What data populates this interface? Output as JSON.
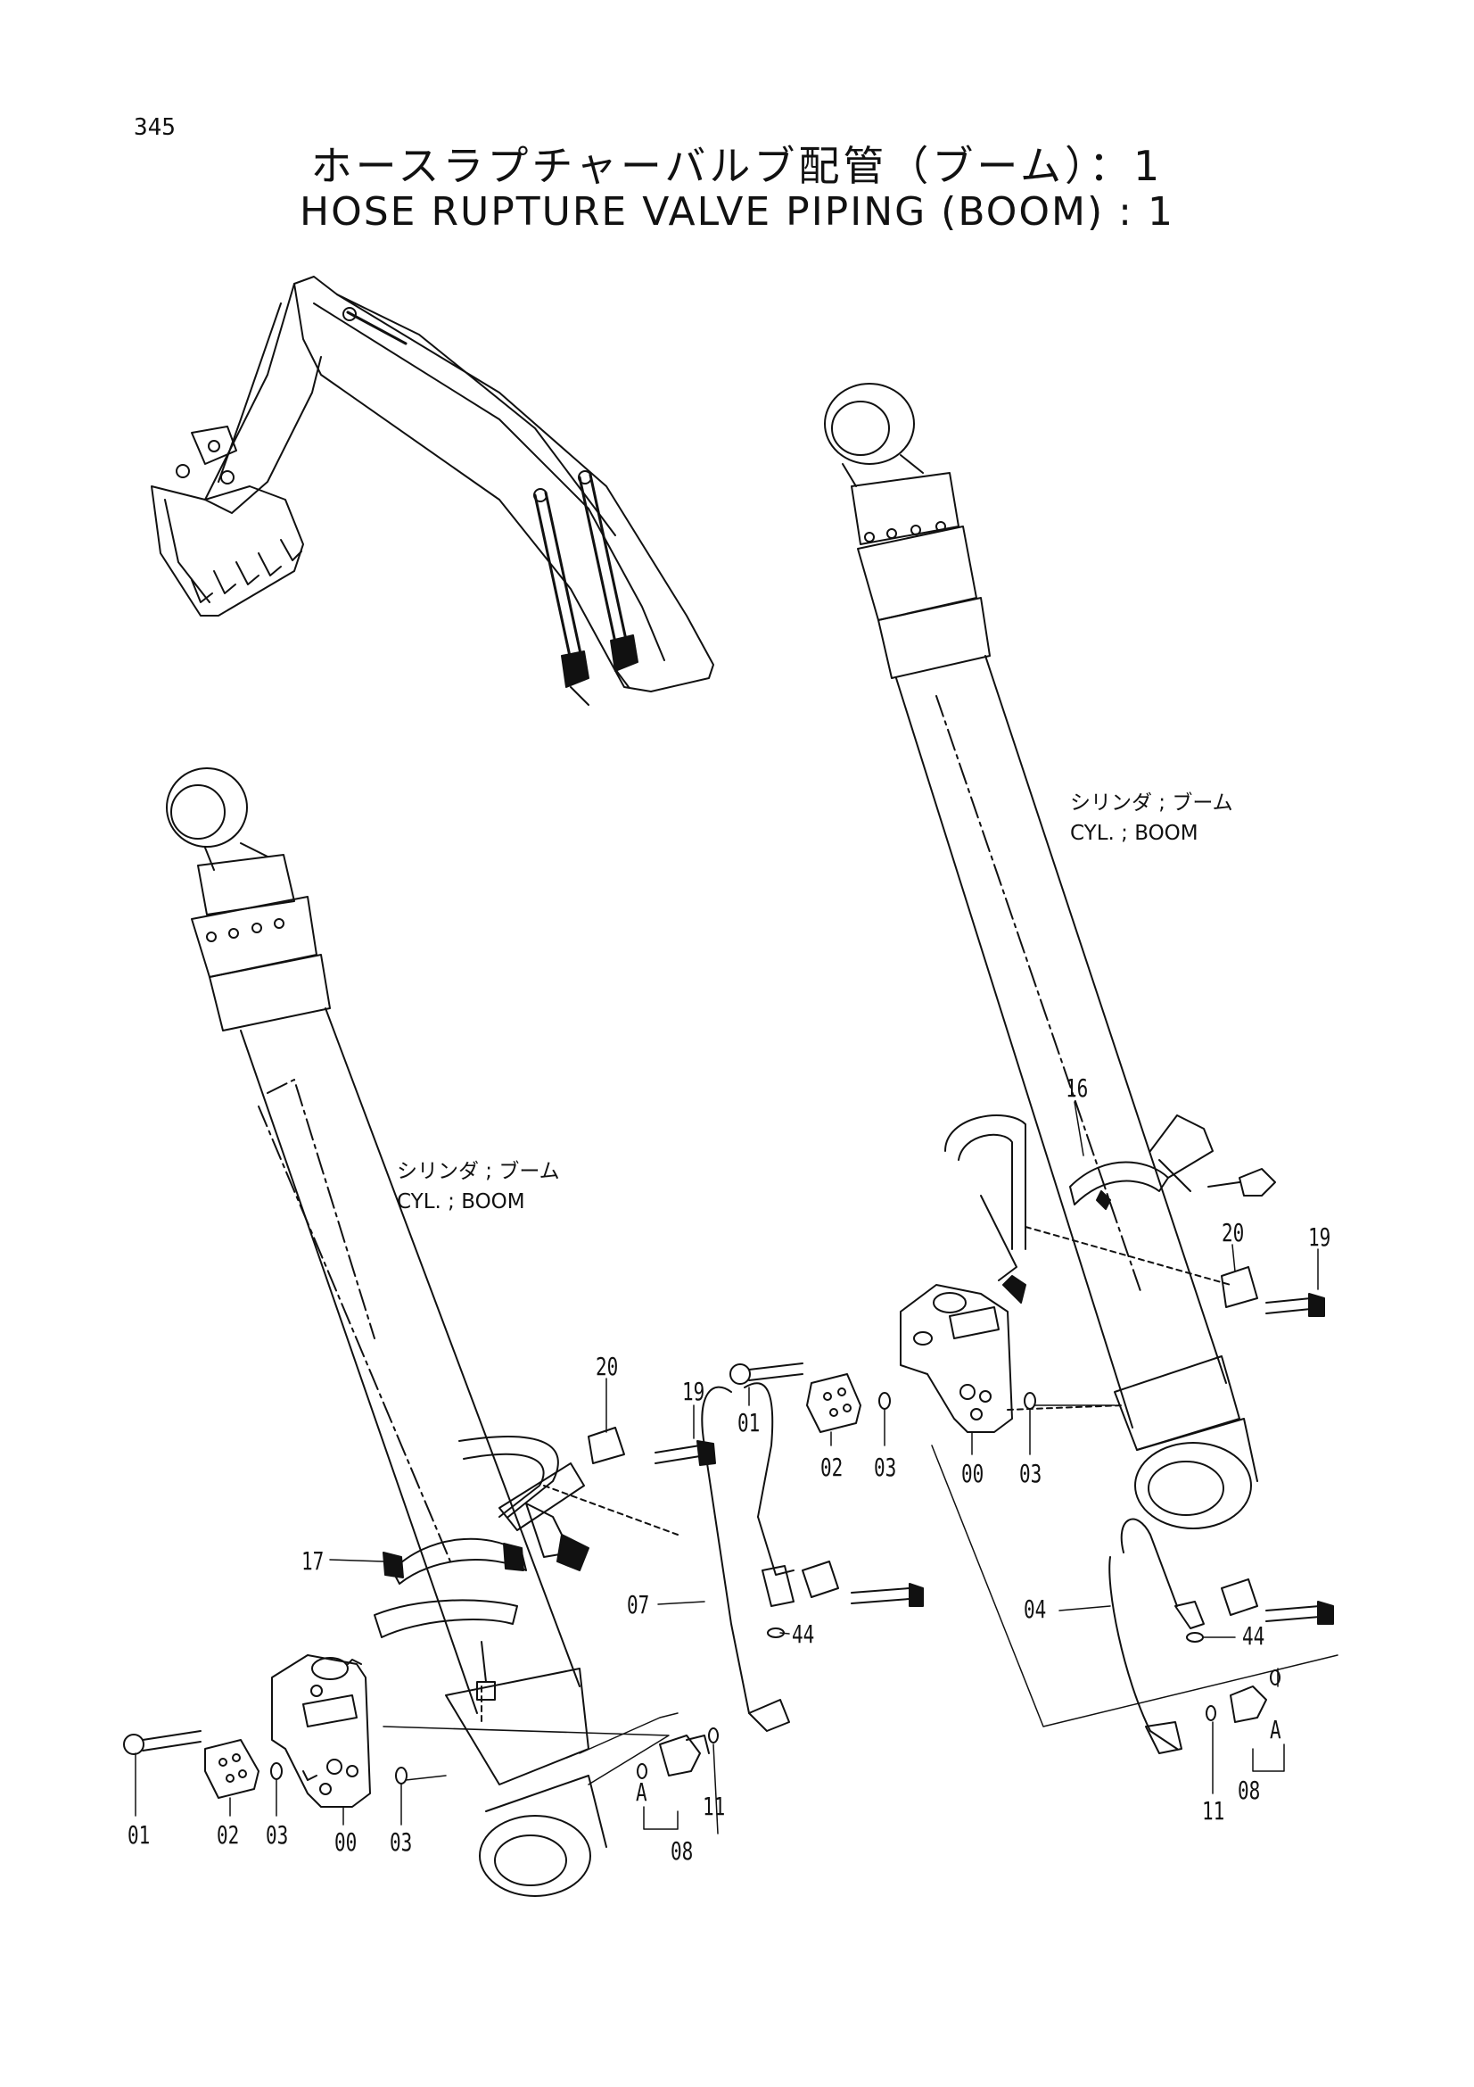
{
  "header": {
    "page_number": "345",
    "title_jp": "ホースラプチャーバルブ配管（ブーム）：1",
    "title_en": "HOSE RUPTURE VALVE PIPING (BOOM) : 1"
  },
  "labels": {
    "cylinder_left_jp": "シリンダ ; ブーム",
    "cylinder_left_en": "CYL. ; BOOM",
    "cylinder_right_jp": "シリンダ ; ブーム",
    "cylinder_right_en": "CYL. ; BOOM"
  },
  "parts": {
    "left": {
      "p01": "01",
      "p02": "02",
      "p03a": "03",
      "p00": "00",
      "p03b": "03",
      "p08": "08",
      "pA": "A",
      "p11": "11",
      "p07": "07",
      "p44": "44",
      "p17": "17",
      "p20": "20",
      "p19": "19"
    },
    "right": {
      "p16": "16",
      "p20": "20",
      "p19": "19",
      "p01": "01",
      "p02": "02",
      "p03a": "03",
      "p00": "00",
      "p03b": "03",
      "p04": "04",
      "p44": "44",
      "p11": "11",
      "p08": "08",
      "pA": "A"
    }
  },
  "colors": {
    "ink": "#111111",
    "paper": "#ffffff"
  }
}
